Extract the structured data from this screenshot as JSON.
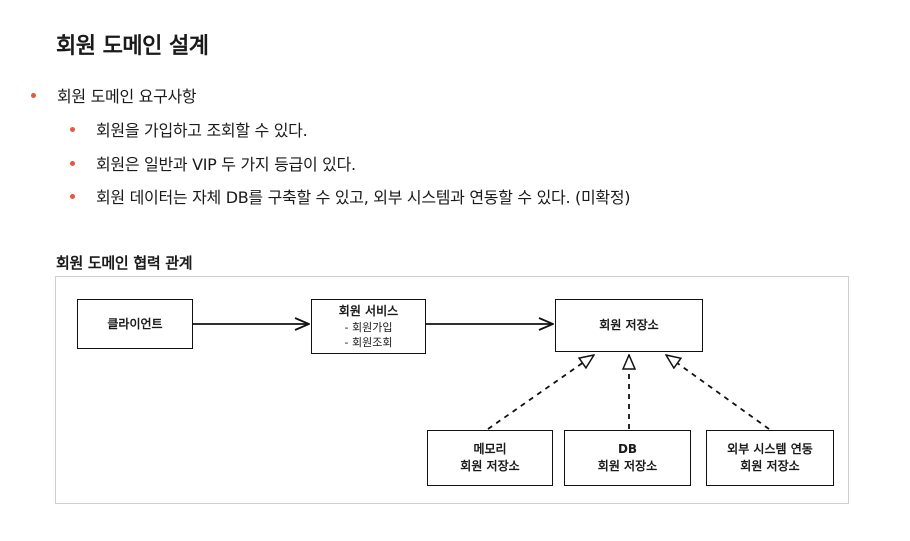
{
  "title": "회원 도메인 설계",
  "requirements": {
    "heading": "회원 도메인 요구사항",
    "items": [
      "회원을 가입하고 조회할 수 있다.",
      "회원은 일반과 VIP 두 가지 등급이 있다.",
      "회원 데이터는 자체 DB를 구축할 수 있고, 외부 시스템과 연동할 수 있다. (미확정)"
    ]
  },
  "diagram": {
    "title": "회원 도메인 협력 관계",
    "client": "클라이언트",
    "service": {
      "name": "회원 서비스",
      "ops": [
        "- 회원가입",
        "- 회원조회"
      ]
    },
    "repository": "회원 저장소",
    "implementations": [
      {
        "line1": "메모리",
        "line2": "회원 저장소"
      },
      {
        "line1": "DB",
        "line2": "회원 저장소"
      },
      {
        "line1": "외부 시스템 연동",
        "line2": "회원 저장소"
      }
    ]
  }
}
